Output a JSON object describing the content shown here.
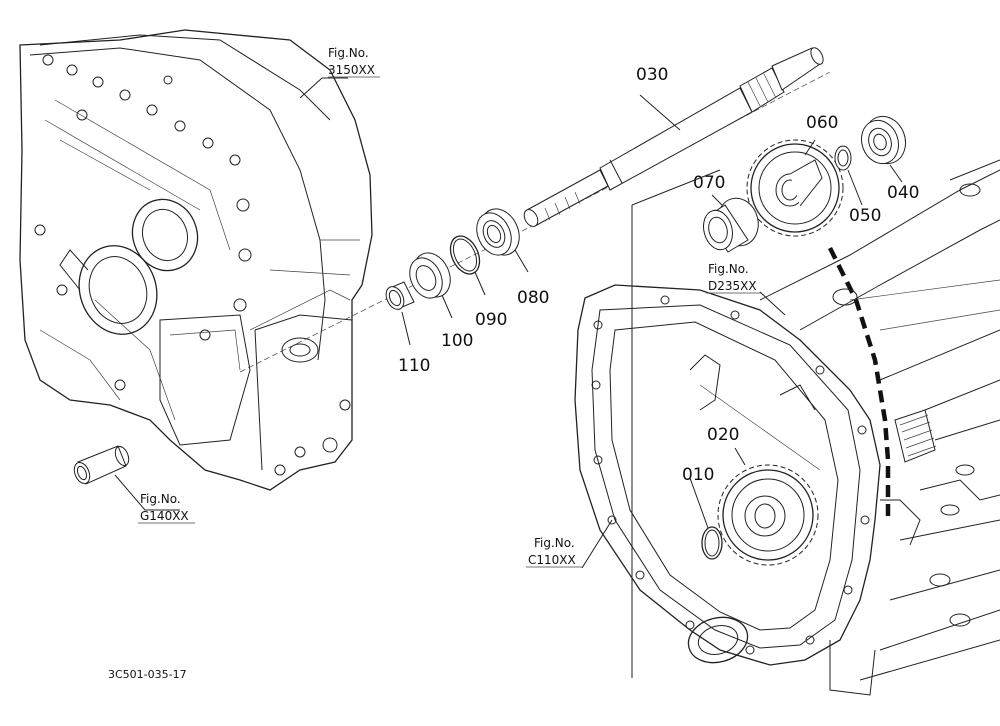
{
  "diagram": {
    "drawing_id": "3C501-035-17",
    "parts": [
      "010",
      "020",
      "030",
      "040",
      "050",
      "060",
      "070",
      "080",
      "090",
      "100",
      "110"
    ],
    "references": [
      {
        "line1": "Fig.No.",
        "line2": "3150XX"
      },
      {
        "line1": "Fig.No.",
        "line2": "D235XX"
      },
      {
        "line1": "Fig.No.",
        "line2": "G140XX"
      },
      {
        "line1": "Fig.No.",
        "line2": "C110XX"
      }
    ]
  }
}
